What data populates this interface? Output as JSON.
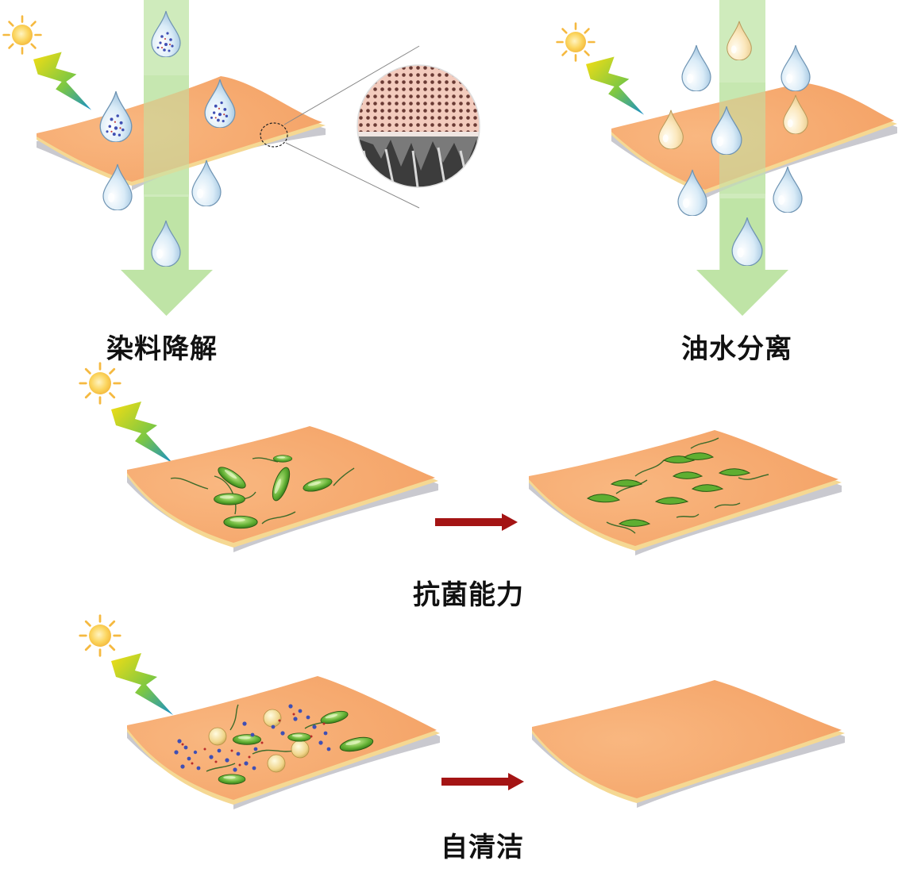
{
  "labels": {
    "dye_degradation": "染料降解",
    "oil_water_separation": "油水分离",
    "antibacterial": "抗菌能力",
    "self_cleaning": "自清洁"
  },
  "colors": {
    "membrane": "#f7a86c",
    "membrane_edge": "#f4d28e",
    "membrane_side": "#c9c9cf",
    "flow_arrow": "#bfe4a6",
    "process_arrow": "#a41414",
    "water_drop": "#c9e2f3",
    "oil_drop": "#f8dca8",
    "bacteria": "#5fae31",
    "sun": "#fad45a",
    "lightning": "#f2d50f"
  },
  "icons": [
    "sun-icon",
    "lightning-icon",
    "water-drop-icon",
    "oil-drop-icon",
    "bacteria-icon",
    "arrow-right-icon",
    "down-arrow-icon",
    "magnifier-circle-icon"
  ]
}
